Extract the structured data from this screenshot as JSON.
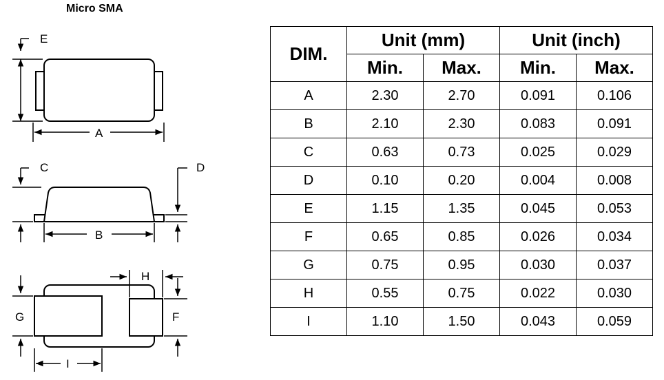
{
  "title": "Micro SMA",
  "labels": {
    "A": "A",
    "B": "B",
    "C": "C",
    "D": "D",
    "E": "E",
    "F": "F",
    "G": "G",
    "H": "H",
    "I": "I"
  },
  "table": {
    "dim_header": "DIM.",
    "group_mm": "Unit (mm)",
    "group_inch": "Unit (inch)",
    "min_label": "Min.",
    "max_label": "Max.",
    "rows": [
      {
        "dim": "A",
        "mm_min": "2.30",
        "mm_max": "2.70",
        "in_min": "0.091",
        "in_max": "0.106"
      },
      {
        "dim": "B",
        "mm_min": "2.10",
        "mm_max": "2.30",
        "in_min": "0.083",
        "in_max": "0.091"
      },
      {
        "dim": "C",
        "mm_min": "0.63",
        "mm_max": "0.73",
        "in_min": "0.025",
        "in_max": "0.029"
      },
      {
        "dim": "D",
        "mm_min": "0.10",
        "mm_max": "0.20",
        "in_min": "0.004",
        "in_max": "0.008"
      },
      {
        "dim": "E",
        "mm_min": "1.15",
        "mm_max": "1.35",
        "in_min": "0.045",
        "in_max": "0.053"
      },
      {
        "dim": "F",
        "mm_min": "0.65",
        "mm_max": "0.85",
        "in_min": "0.026",
        "in_max": "0.034"
      },
      {
        "dim": "G",
        "mm_min": "0.75",
        "mm_max": "0.95",
        "in_min": "0.030",
        "in_max": "0.037"
      },
      {
        "dim": "H",
        "mm_min": "0.55",
        "mm_max": "0.75",
        "in_min": "0.022",
        "in_max": "0.030"
      },
      {
        "dim": "I",
        "mm_min": "1.10",
        "mm_max": "1.50",
        "in_min": "0.043",
        "in_max": "0.059"
      }
    ]
  }
}
